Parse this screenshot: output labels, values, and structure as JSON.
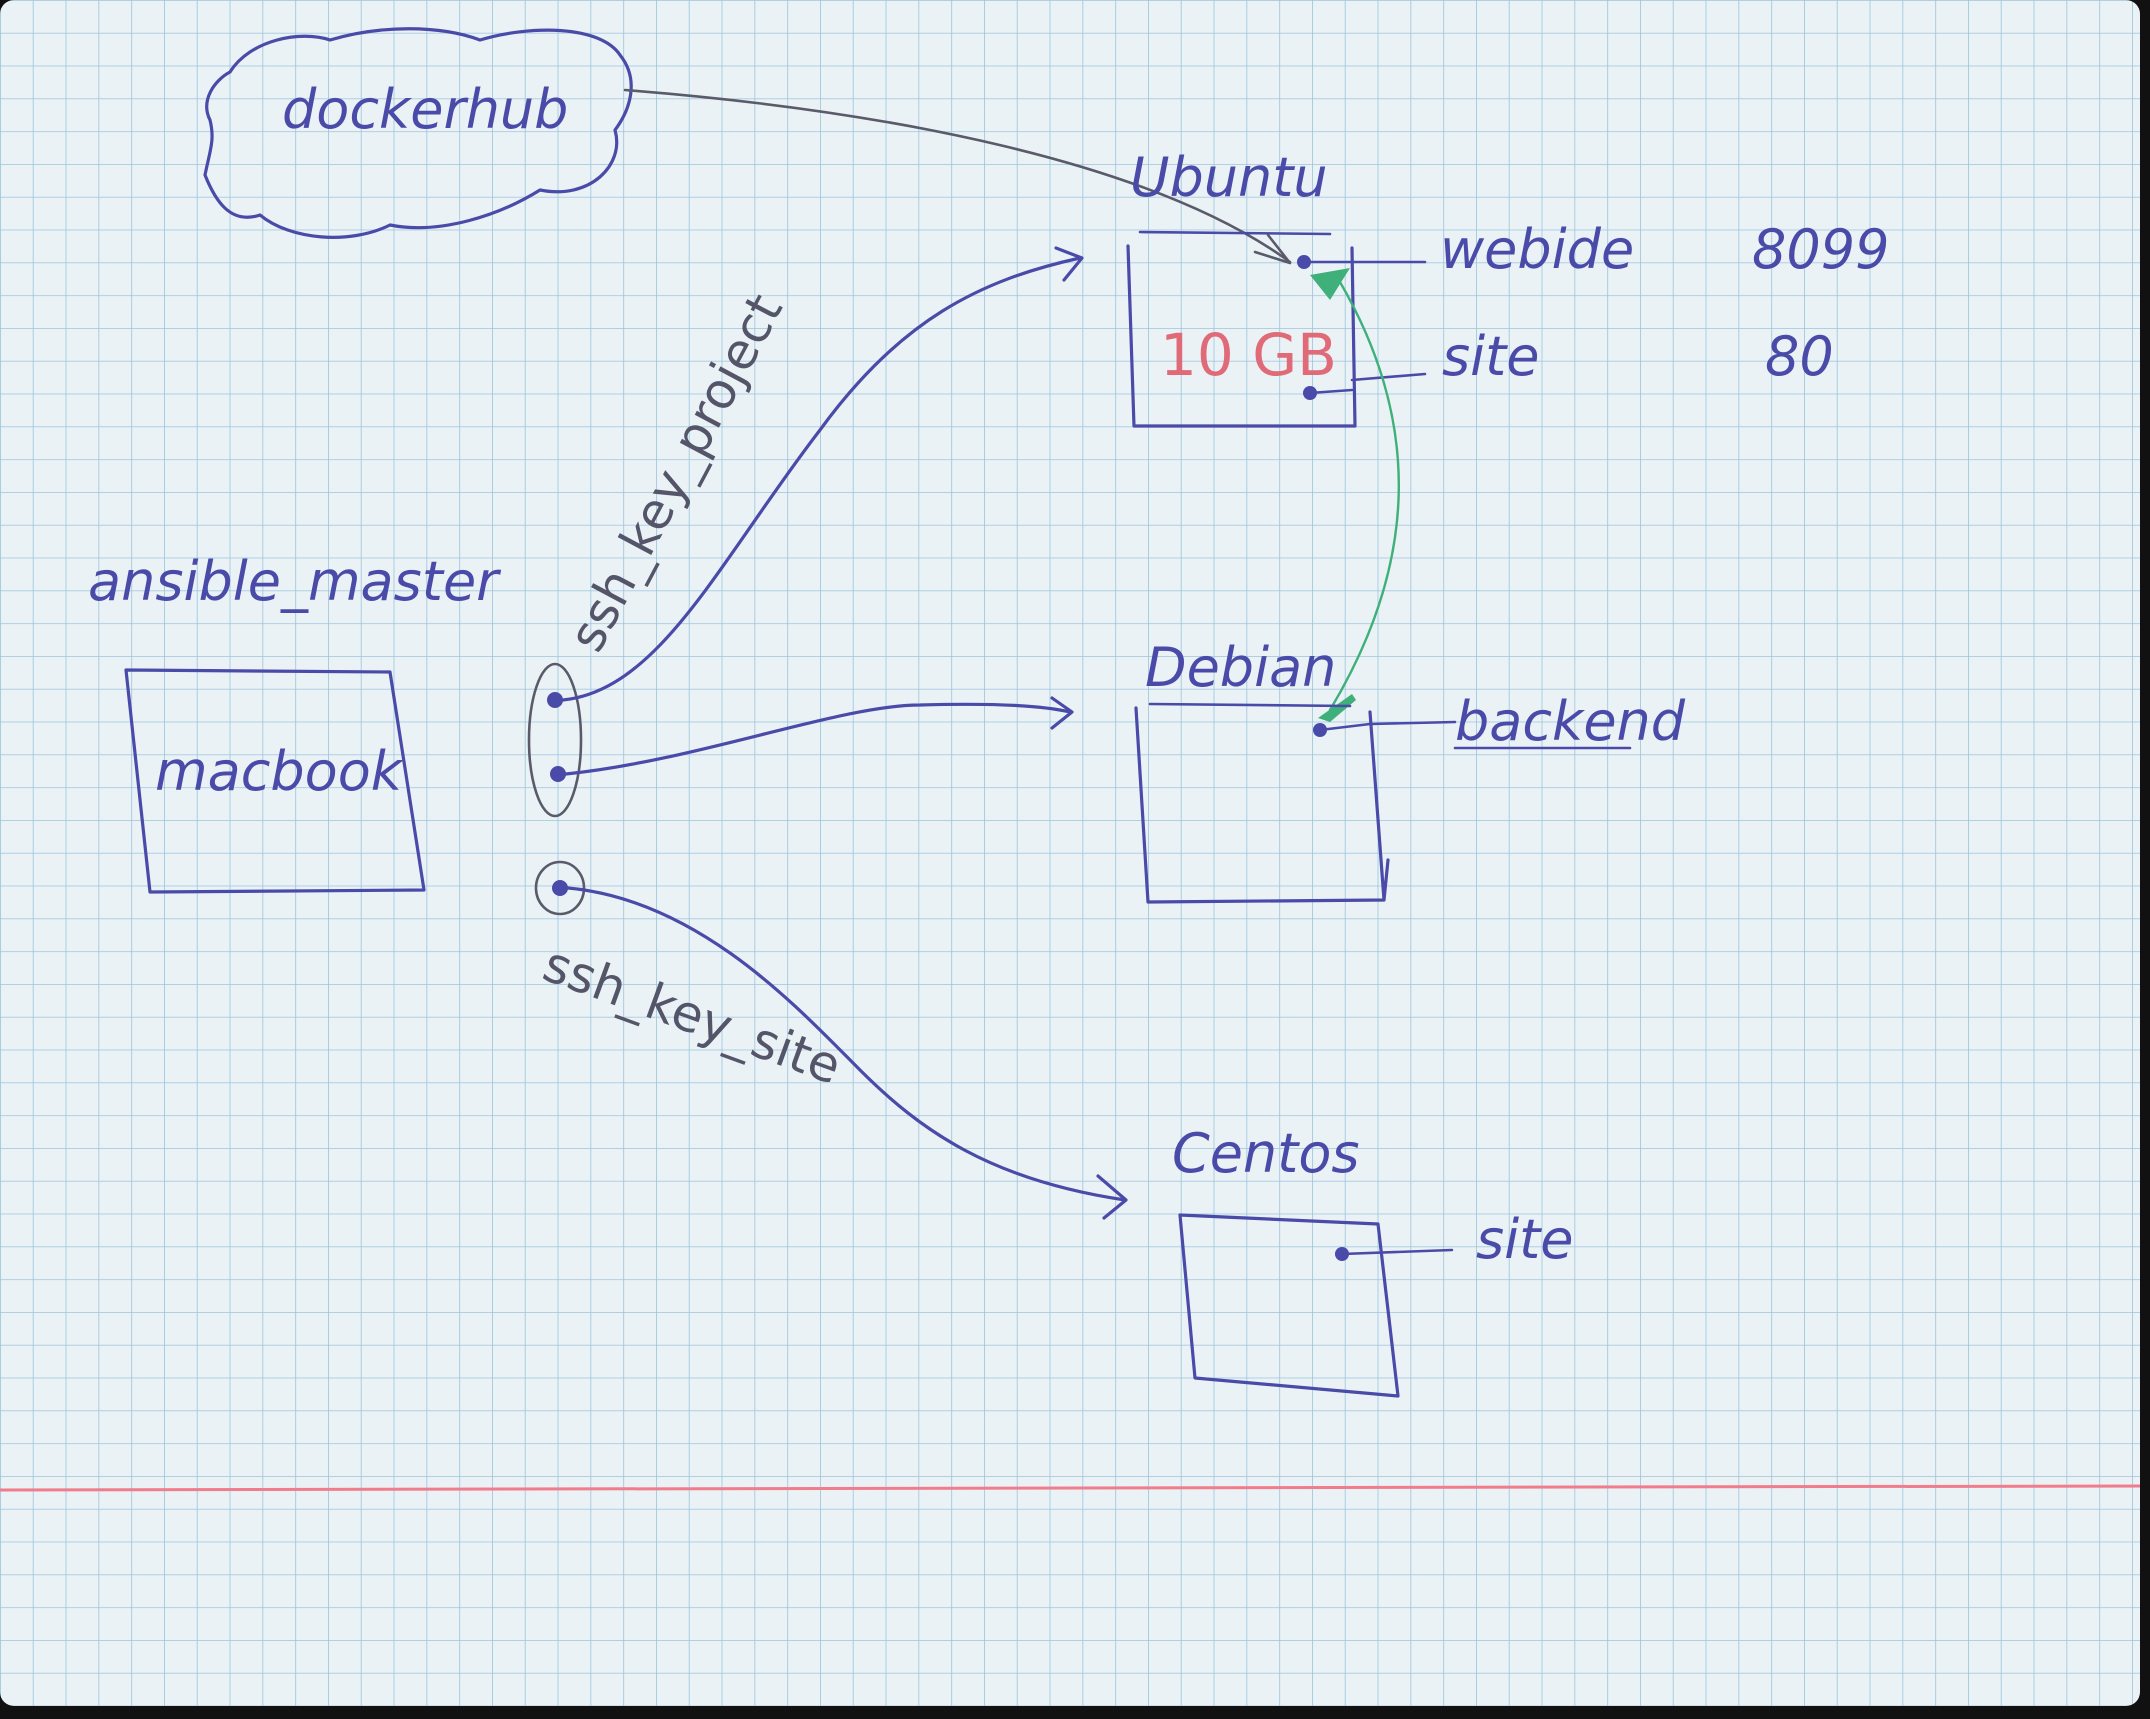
{
  "colors": {
    "paper": "#eaf2f6",
    "grid": "#9cc4dc",
    "margin_line": "#f07c8c",
    "ink": "#4a4aa8",
    "pencil": "#5a5a6a",
    "green": "#3fb07a",
    "red_text": "#e06a78"
  },
  "nodes": {
    "dockerhub": {
      "label": "dockerhub"
    },
    "ansible_master": {
      "label": "ansible_master"
    },
    "macbook": {
      "label": "macbook"
    },
    "ubuntu": {
      "label": "Ubuntu",
      "disk": "10 GB"
    },
    "debian": {
      "label": "Debian"
    },
    "centos": {
      "label": "Centos"
    }
  },
  "services": {
    "webide": {
      "label": "webide",
      "port": "8099"
    },
    "ubuntu_site": {
      "label": "site",
      "port": "80"
    },
    "backend": {
      "label": "backend"
    },
    "centos_site": {
      "label": "site"
    }
  },
  "edges": {
    "ssh_key_project": {
      "label": "ssh_key_project"
    },
    "ssh_key_site": {
      "label": "ssh_key_site"
    }
  }
}
